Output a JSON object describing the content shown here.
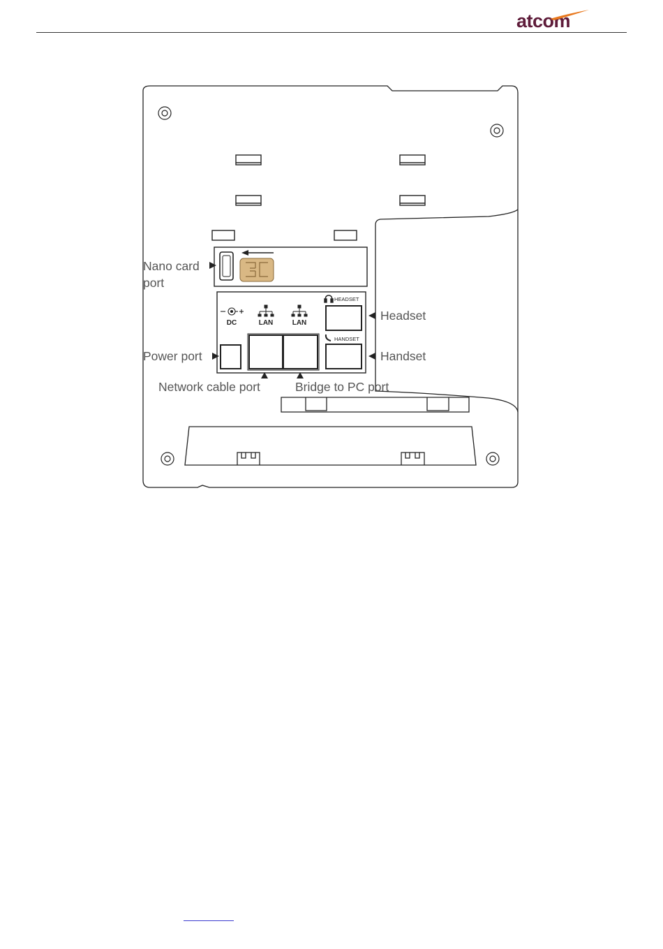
{
  "header": {
    "logo_text": "atcom",
    "brand_color": "#5e1c3a",
    "swoosh_color": "#e8781e"
  },
  "diagram": {
    "callouts": {
      "nano_card_1": "Nano card",
      "nano_card_2": "port",
      "power_port": "Power port",
      "network_cable_port": "Network cable port",
      "bridge_to_pc_port": "Bridge to PC port",
      "headset": "Headset",
      "handset": "Handset"
    },
    "port_labels": {
      "dc": "DC",
      "lan_1": "LAN",
      "lan_2": "LAN",
      "headset": "HEADSET",
      "handset": "HANDSET"
    }
  }
}
